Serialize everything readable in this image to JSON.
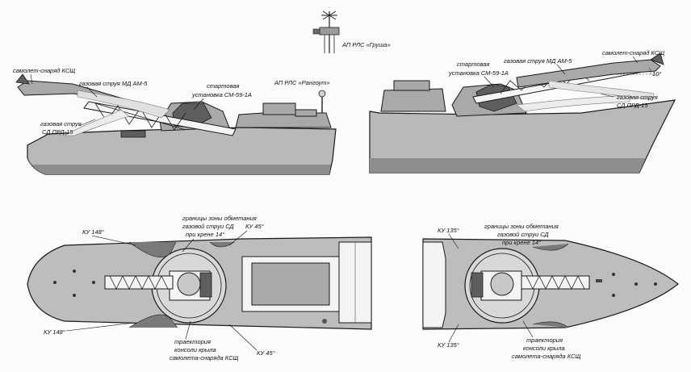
{
  "labels": {
    "radar_grush": "АП РЛС «Груша»",
    "missile_left": "самолет-снаряд КСЩ",
    "jet_md_left": "газовая струя МД АМ-5",
    "launcher_left_1": "стартовая",
    "launcher_left_2": "установка СМ-59-1А",
    "radar_rangout": "АП РЛС «Рангоут»",
    "jet_sd_left_1": "газовая струя",
    "jet_sd_left_2": "СД ПРД-15",
    "launcher_right_1": "стартовая",
    "launcher_right_2": "установка СМ-59-1А",
    "jet_md_right": "газовая струя МД АМ-5",
    "missile_right": "самолет-снаряд КСЩ",
    "angle_10": "10°",
    "jet_sd_right_1": "газовая струя",
    "jet_sd_right_2": "СД ПРД-15",
    "ku148_top": "КУ 148°",
    "zone_left_1": "границы зоны обметания",
    "zone_left_2": "газовой струи СД",
    "zone_left_3": "при крене 14°",
    "ku45_top": "КУ 45°",
    "ku148_bottom": "КУ 148°",
    "traj_left_1": "траектория",
    "traj_left_2": "консоли крыла",
    "traj_left_3": "самолета-снаряда КСЩ",
    "ku45_bottom": "КУ 45°",
    "ku135_top": "КУ 135°",
    "zone_right_1": "границы зоны обметания",
    "zone_right_2": "газовой струи СД",
    "zone_right_3": "при крене 14°",
    "ku135_bottom": "КУ 135°",
    "traj_right_1": "траектория",
    "traj_right_2": "консоли крыла",
    "traj_right_3": "самолета-снаряда КСЩ"
  }
}
